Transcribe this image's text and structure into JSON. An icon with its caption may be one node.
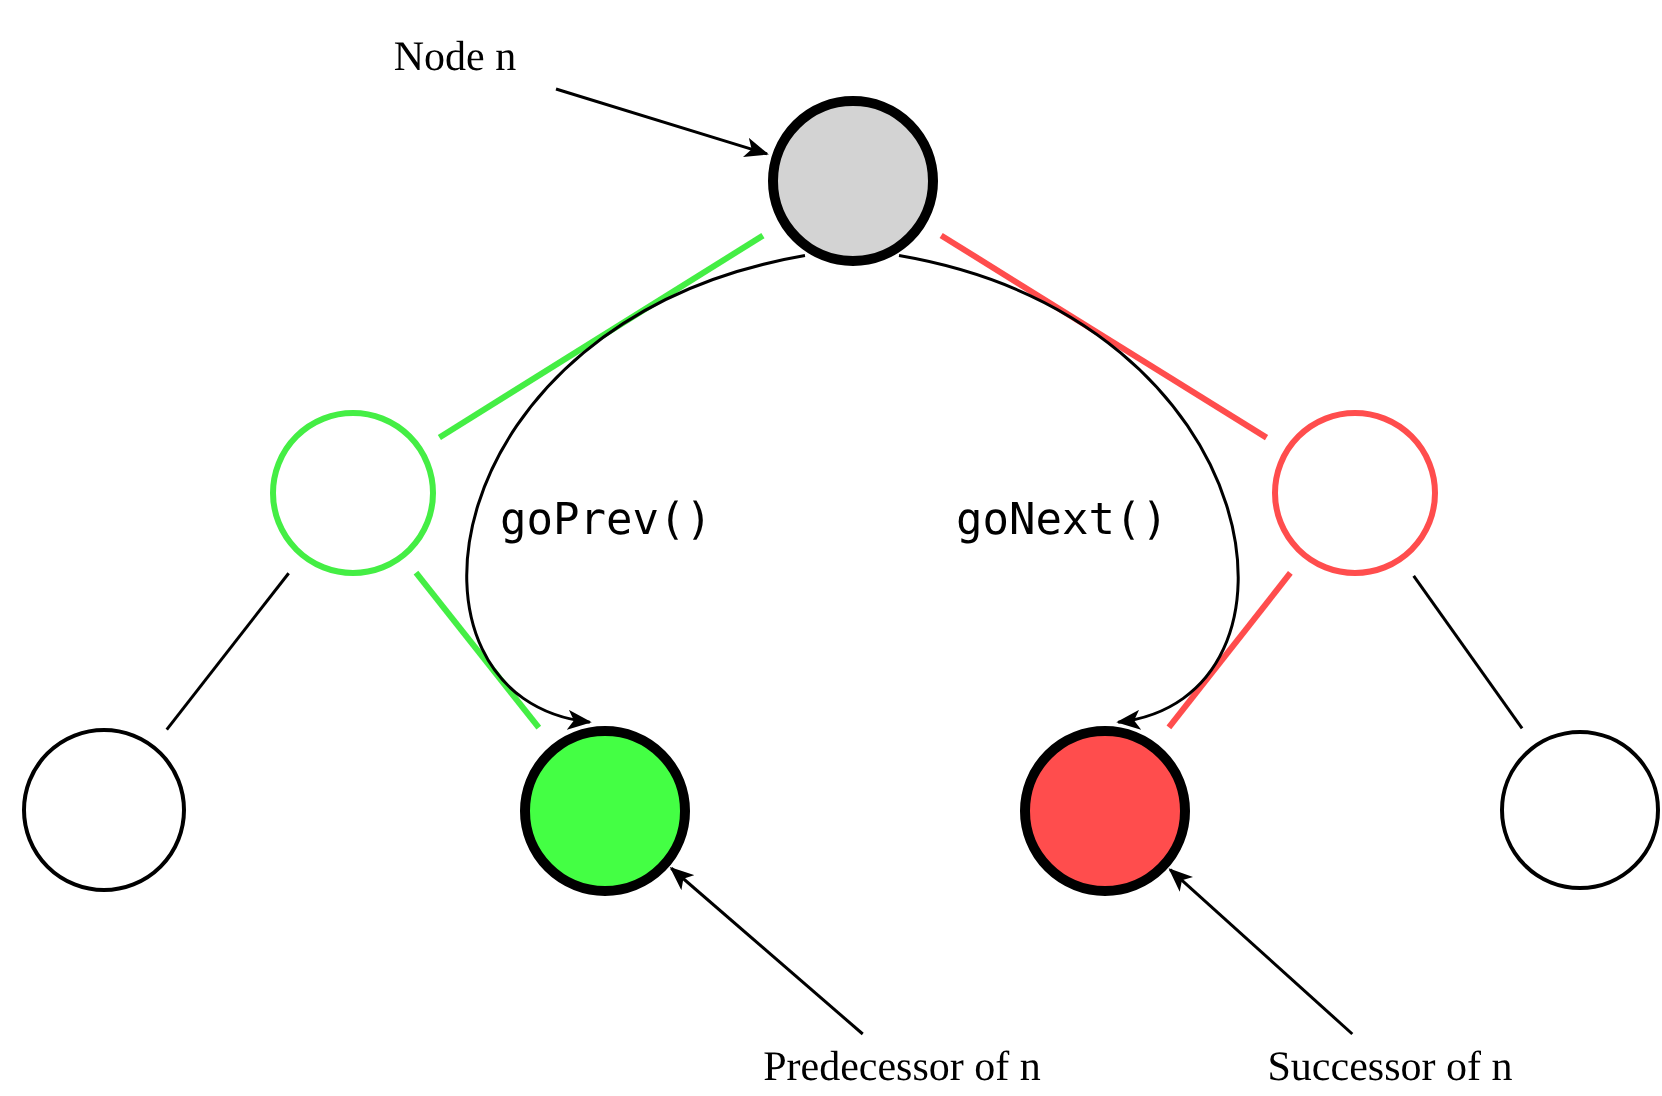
{
  "diagram": {
    "nodes": [
      {
        "text": [],
        "shape": "circle"
      },
      {
        "text": [],
        "shape": "circle"
      },
      {
        "text": [],
        "shape": "circle"
      },
      {
        "text": [],
        "shape": "circle"
      },
      {
        "text": [],
        "shape": "circle"
      },
      {
        "text": [],
        "shape": "circle"
      },
      {
        "text": [],
        "shape": "circle"
      },
      {
        "text": [
          "Node n"
        ]
      },
      {
        "text": [
          "Predecessor of n"
        ]
      },
      {
        "text": [
          "Successor of n"
        ]
      }
    ],
    "edges": [
      {
        "from": 0,
        "to": 1,
        "arrow": "none",
        "style": "thick",
        "color": "#44ee44"
      },
      {
        "from": 0,
        "to": 2,
        "arrow": "none",
        "style": "thick",
        "color": "#ff4d4d"
      },
      {
        "from": 1,
        "to": 3,
        "arrow": "none"
      },
      {
        "from": 1,
        "to": 4,
        "arrow": "none",
        "style": "thick",
        "color": "#44ee44"
      },
      {
        "from": 2,
        "to": 5,
        "arrow": "none",
        "style": "thick",
        "color": "#ff4d4d"
      },
      {
        "from": 2,
        "to": 6,
        "arrow": "none"
      },
      {
        "from": 0,
        "to": 4,
        "arrow": "to",
        "label": "goPrev()"
      },
      {
        "from": 0,
        "to": 5,
        "arrow": "to",
        "label": "goNext()"
      },
      {
        "from": 7,
        "to": 0,
        "arrow": "to"
      },
      {
        "from": 8,
        "to": 4,
        "arrow": "to"
      },
      {
        "from": 9,
        "to": 5,
        "arrow": "to"
      }
    ]
  }
}
